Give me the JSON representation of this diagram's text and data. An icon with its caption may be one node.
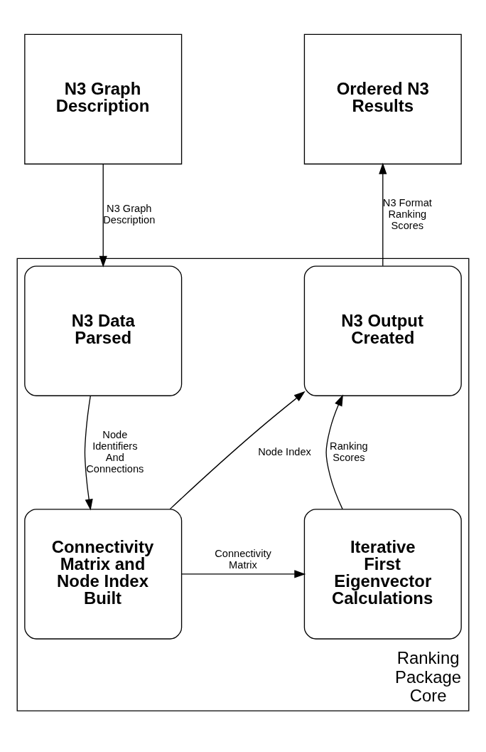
{
  "diagram": {
    "nodes": [
      {
        "text": [
          "N3 Graph Description"
        ]
      },
      {
        "text": [
          "Ordered N3 Results"
        ]
      },
      {
        "text": [
          "Ranking Package Core"
        ]
      },
      {
        "text": [
          "N3 Data Parsed"
        ],
        "in": 2
      },
      {
        "text": [
          "N3 Output Created"
        ],
        "in": 2
      },
      {
        "text": [
          "Connectivity Matrix and Node Index Built"
        ],
        "in": 2
      },
      {
        "text": [
          "Iterative First Eigenvector Calculations"
        ],
        "in": 2
      }
    ],
    "edges": [
      {
        "from": 0,
        "to": 3,
        "arrow": "to",
        "label": "N3 Graph Description"
      },
      {
        "from": 4,
        "to": 1,
        "arrow": "to",
        "label": "N3 Format Ranking Scores"
      },
      {
        "from": 3,
        "to": 5,
        "arrow": "to",
        "label": "Node Identifiers And Connections"
      },
      {
        "from": 5,
        "to": 4,
        "arrow": "to",
        "label": "Node Index"
      },
      {
        "from": 5,
        "to": 6,
        "arrow": "to",
        "label": "Connectivity Matrix"
      },
      {
        "from": 6,
        "to": 4,
        "arrow": "to",
        "label": "Ranking Scores"
      }
    ]
  }
}
